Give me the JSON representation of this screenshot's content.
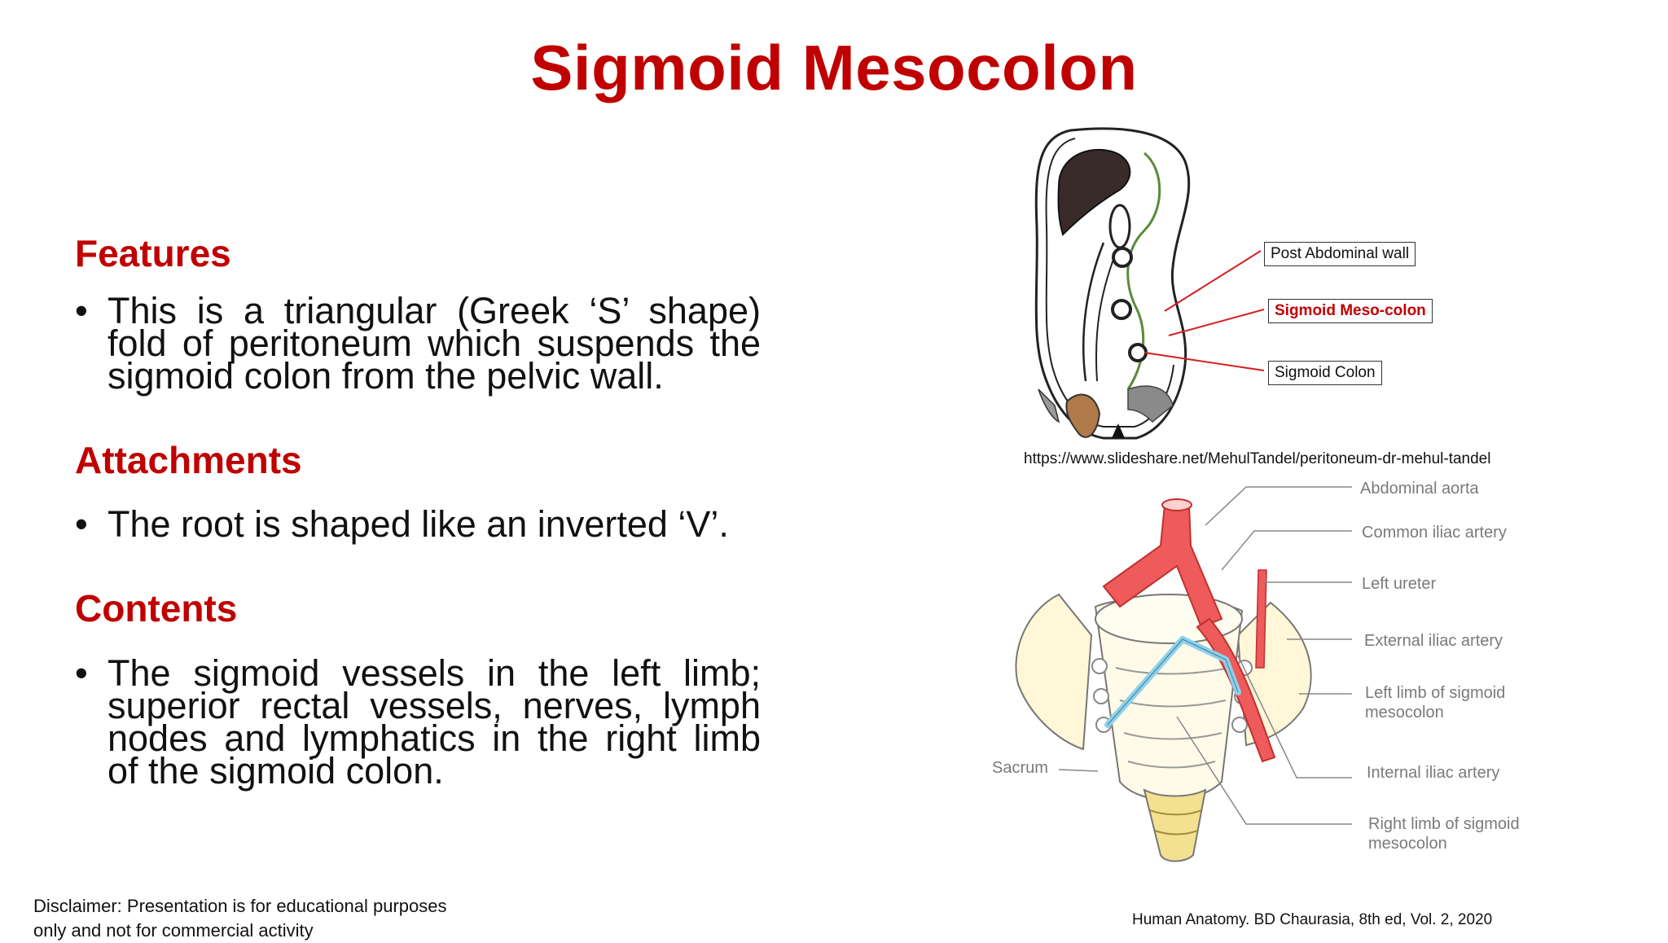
{
  "slide": {
    "title": "Sigmoid Mesocolon"
  },
  "sections": {
    "features": {
      "heading": "Features",
      "bullet": "This is a triangular (Greek ‘S’ shape) fold of peritoneum which suspends the sigmoid colon from the pelvic wall."
    },
    "attachments": {
      "heading": "Attachments",
      "bullet": "The root is shaped like an inverted ‘V’."
    },
    "contents": {
      "heading": "Contents",
      "bullet": "The sigmoid vessels in the left limb; superior rectal vessels, nerves, lymph nodes and lymphatics in the right limb of the sigmoid colon."
    }
  },
  "bullet_symbol": "•",
  "figure_top": {
    "labels": {
      "post_abdominal_wall": "Post Abdominal wall",
      "sigmoid_meso_colon": "Sigmoid Meso-colon",
      "sigmoid_colon": "Sigmoid Colon"
    },
    "source_url": "https://www.slideshare.net/MehulTandel/peritoneum-dr-mehul-tandel"
  },
  "figure_bottom": {
    "labels": {
      "abdominal_aorta": "Abdominal aorta",
      "common_iliac_artery": "Common iliac artery",
      "left_ureter": "Left ureter",
      "external_iliac_artery": "External iliac artery",
      "left_limb_line1": "Left limb of sigmoid",
      "left_limb_line2": "mesocolon",
      "internal_iliac_artery": "Internal iliac artery",
      "right_limb_line1": "Right limb of sigmoid",
      "right_limb_line2": "mesocolon",
      "sacrum": "Sacrum"
    },
    "citation": "Human Anatomy. BD Chaurasia, 8th ed, Vol. 2, 2020"
  },
  "disclaimer": {
    "line1": "Disclaimer: Presentation is for educational purposes",
    "line2": "only and not for commercial activity"
  },
  "colors": {
    "accent_red": "#c00000",
    "artery_red": "#ef5a5a",
    "mesocolon_blue": "#8fd0ea",
    "pointer_red": "#d42020"
  }
}
